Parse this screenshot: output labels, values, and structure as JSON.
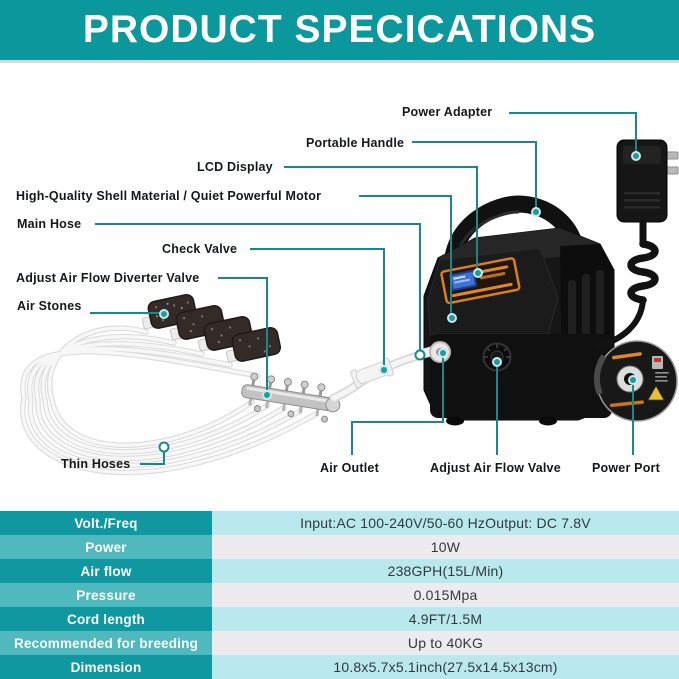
{
  "header": {
    "title": "PRODUCT SPECICATIONS"
  },
  "colors": {
    "teal_header": "#0a989d",
    "teal_row_dark": "#0f98a0",
    "teal_row_light": "#4fb9bd",
    "value_row_cyan": "#b9e9ec",
    "value_row_gray": "#ececef",
    "leader_line": "#1d868c",
    "sticker_orange": "#d97e22",
    "lcd_blue": "#3f71d8",
    "warning_yellow": "#e8c227"
  },
  "diagram": {
    "callouts": [
      {
        "id": "power-adapter",
        "label": "Power Adapter"
      },
      {
        "id": "portable-handle",
        "label": "Portable Handle"
      },
      {
        "id": "lcd-display",
        "label": "LCD Display"
      },
      {
        "id": "shell-motor",
        "label": "High-Quality Shell Material / Quiet Powerful Motor"
      },
      {
        "id": "main-hose",
        "label": "Main Hose"
      },
      {
        "id": "check-valve",
        "label": "Check Valve"
      },
      {
        "id": "diverter-valve",
        "label": "Adjust Air Flow Diverter Valve"
      },
      {
        "id": "air-stones",
        "label": "Air Stones"
      },
      {
        "id": "thin-hoses",
        "label": "Thin Hoses"
      },
      {
        "id": "air-outlet",
        "label": "Air Outlet"
      },
      {
        "id": "air-flow-valve",
        "label": "Adjust Air Flow Valve"
      },
      {
        "id": "power-port",
        "label": "Power Port"
      }
    ]
  },
  "spec_table": {
    "rows": [
      {
        "label": "Volt./Freq",
        "value": "Input:AC 100-240V/50-60 HzOutput: DC 7.8V"
      },
      {
        "label": "Power",
        "value": "10W"
      },
      {
        "label": "Air flow",
        "value": "238GPH(15L/Min)"
      },
      {
        "label": "Pressure",
        "value": "0.015Mpa"
      },
      {
        "label": "Cord length",
        "value": "4.9FT/1.5M"
      },
      {
        "label": "Recommended for breeding",
        "value": "Up to 40KG"
      },
      {
        "label": "Dimension",
        "value": "10.8x5.7x5.1inch(27.5x14.5x13cm)"
      }
    ]
  }
}
